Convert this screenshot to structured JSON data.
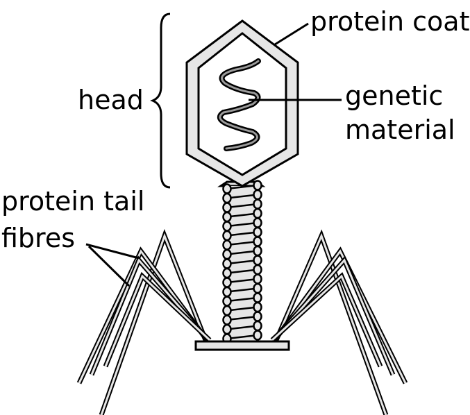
{
  "labels": {
    "protein_coat": "protein coat",
    "head": "head",
    "genetic_line1": "genetic",
    "genetic_line2": "material",
    "tail_fibres_line1": "protein tail",
    "tail_fibres_line2": "fibres"
  },
  "colors": {
    "outline": "#000000",
    "fill": "#e6e6e6",
    "background": "#ffffff"
  },
  "tail_rings": 17
}
